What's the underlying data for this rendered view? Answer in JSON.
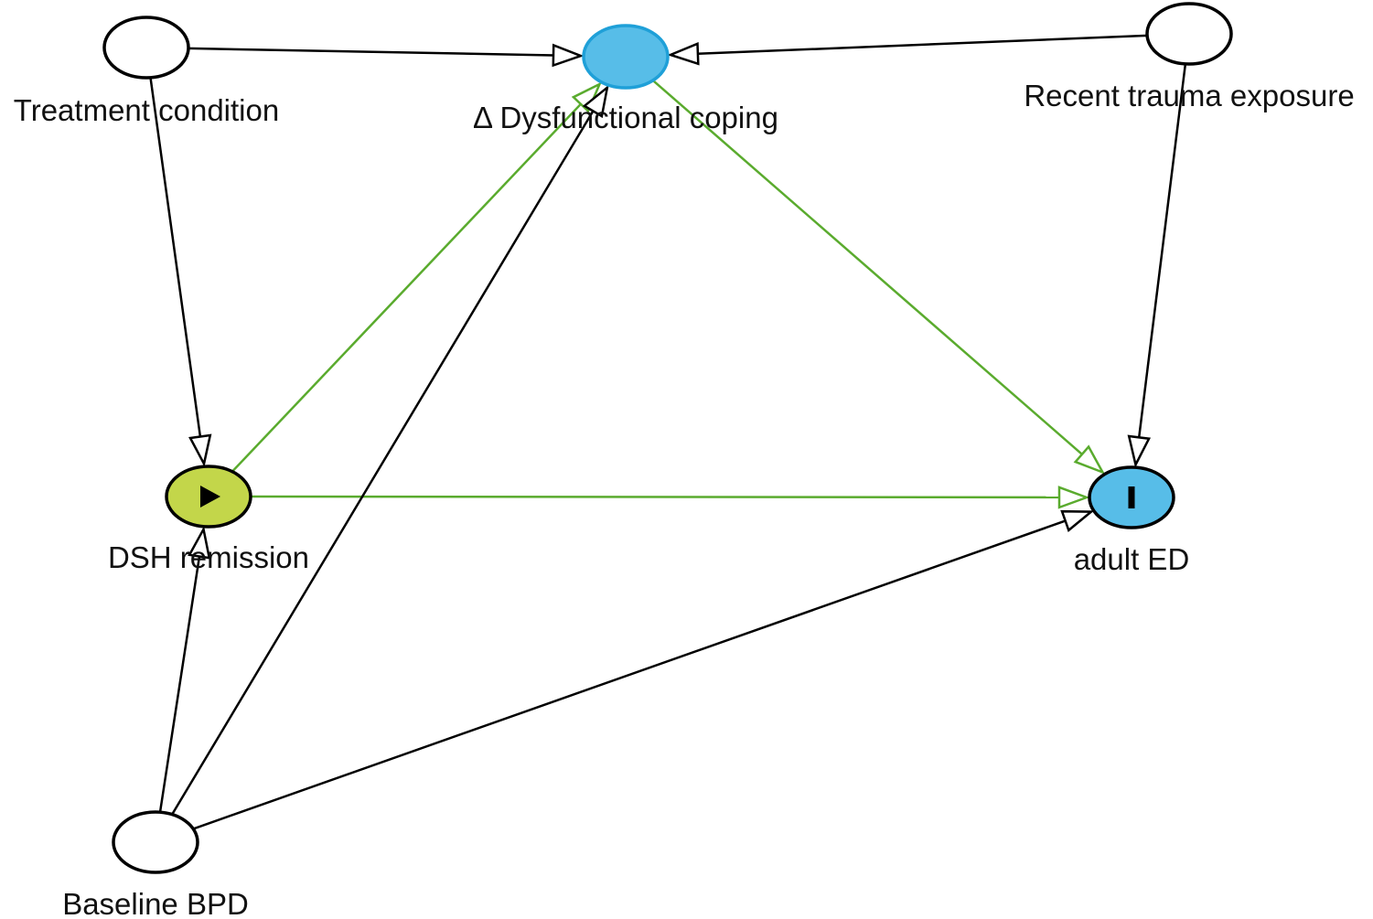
{
  "nodes": [
    {
      "id": "treatment",
      "label": "Treatment condition",
      "kind": "other",
      "fill": "#ffffff",
      "stroke": "#000000",
      "icon": ""
    },
    {
      "id": "coping",
      "label": "Δ Dysfunctional coping",
      "kind": "ancestor-of-outcome",
      "fill": "#57bde8",
      "stroke": "#1fa0d8",
      "icon": ""
    },
    {
      "id": "trauma",
      "label": "Recent trauma exposure",
      "kind": "other",
      "fill": "#ffffff",
      "stroke": "#000000",
      "icon": ""
    },
    {
      "id": "dsh",
      "label": "DSH remission",
      "kind": "exposure",
      "fill": "#c3d64a",
      "stroke": "#000000",
      "icon": "play-icon"
    },
    {
      "id": "ed",
      "label": "adult ED",
      "kind": "outcome",
      "fill": "#57bde8",
      "stroke": "#000000",
      "icon": "bar-icon"
    },
    {
      "id": "bpd",
      "label": "Baseline BPD",
      "kind": "other",
      "fill": "#ffffff",
      "stroke": "#000000",
      "icon": ""
    }
  ],
  "edges": [
    {
      "from": "treatment",
      "to": "coping",
      "color": "#000000",
      "causal_path": false
    },
    {
      "from": "trauma",
      "to": "coping",
      "color": "#000000",
      "causal_path": false
    },
    {
      "from": "treatment",
      "to": "dsh",
      "color": "#000000",
      "causal_path": false
    },
    {
      "from": "trauma",
      "to": "ed",
      "color": "#000000",
      "causal_path": false
    },
    {
      "from": "dsh",
      "to": "coping",
      "color": "#5aab2e",
      "causal_path": true
    },
    {
      "from": "coping",
      "to": "ed",
      "color": "#5aab2e",
      "causal_path": true
    },
    {
      "from": "dsh",
      "to": "ed",
      "color": "#5aab2e",
      "causal_path": true
    },
    {
      "from": "bpd",
      "to": "dsh",
      "color": "#000000",
      "causal_path": false
    },
    {
      "from": "bpd",
      "to": "coping",
      "color": "#000000",
      "causal_path": false
    },
    {
      "from": "bpd",
      "to": "ed",
      "color": "#000000",
      "causal_path": false
    }
  ]
}
